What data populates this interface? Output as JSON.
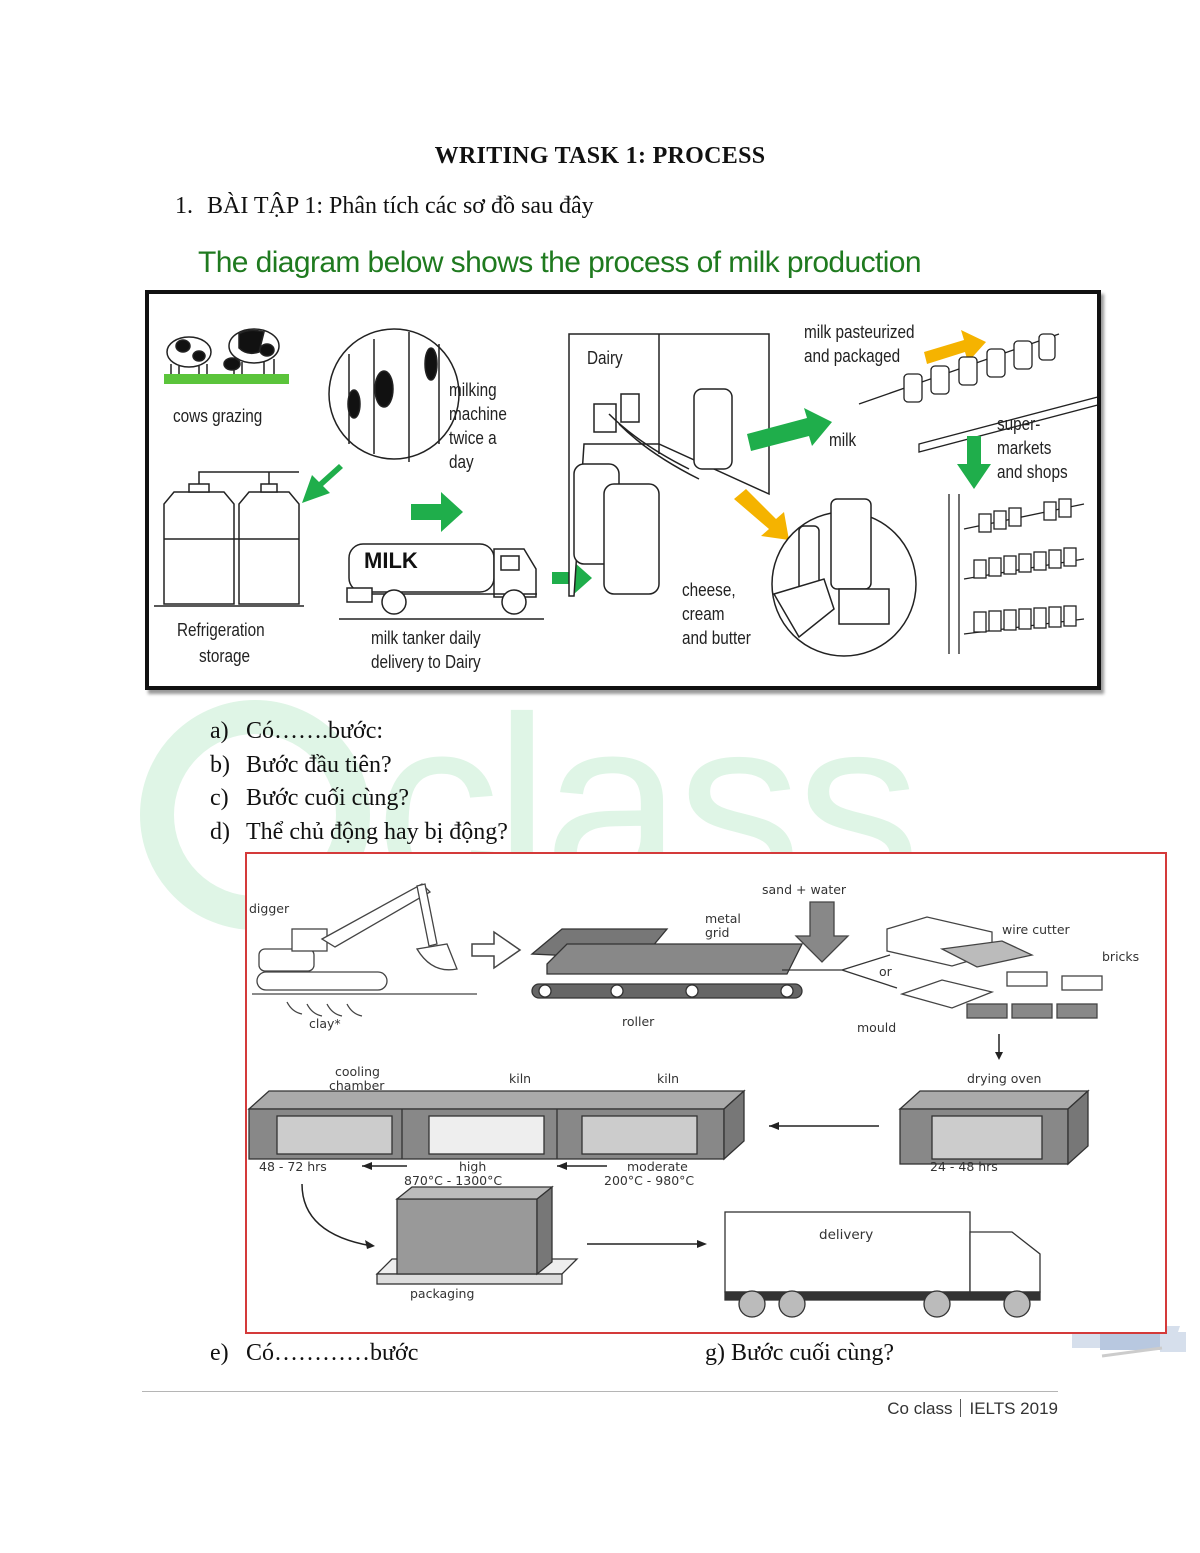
{
  "document": {
    "title": "WRITING TASK 1: PROCESS",
    "exercise_number": "1.",
    "exercise_label": "BÀI TẬP 1: Phân tích các sơ đồ sau đây"
  },
  "milk_diagram": {
    "title": "The diagram below shows the process of milk production",
    "labels": {
      "cows": "cows grazing",
      "milking_1": "milking",
      "milking_2": "machine",
      "milking_3": "twice a",
      "milking_4": "day",
      "storage_1": "Refrigeration",
      "storage_2": "storage",
      "truck_text": "MILK",
      "tanker_1": "milk tanker daily",
      "tanker_2": "delivery to Dairy",
      "dairy": "Dairy",
      "milk": "milk",
      "pasteurized_1": "milk pasteurized",
      "pasteurized_2": "and packaged",
      "super_1": "super-",
      "super_2": "markets",
      "super_3": "and shops",
      "cheese_1": "cheese,",
      "cheese_2": "cream",
      "cheese_3": "and butter"
    },
    "colors": {
      "green_arrow": "#1fae4b",
      "yellow_arrow": "#f5b300",
      "title": "#1f7a1f"
    }
  },
  "questions_1": [
    {
      "letter": "a)",
      "text": "Có…….bước:"
    },
    {
      "letter": "b)",
      "text": "Bước đầu tiên?"
    },
    {
      "letter": "c)",
      "text": "Bước cuối cùng?"
    },
    {
      "letter": "d)",
      "text": "Thể chủ động hay bị động?"
    }
  ],
  "brick_diagram": {
    "labels": {
      "digger": "digger",
      "clay": "clay*",
      "metal_1": "metal",
      "metal_2": "grid",
      "roller": "roller",
      "sand_water": "sand + water",
      "wire_cutter": "wire cutter",
      "or": "or",
      "bricks": "bricks",
      "mould": "mould",
      "drying_oven": "drying oven",
      "drying_time": "24 - 48 hrs",
      "cooling_1": "cooling",
      "cooling_2": "chamber",
      "kiln_high": "kiln",
      "kiln_moderate": "kiln",
      "cooling_time": "48 - 72 hrs",
      "high": "high",
      "high_temp": "870°C - 1300°C",
      "moderate": "moderate",
      "moderate_temp": "200°C - 980°C",
      "packaging": "packaging",
      "delivery": "delivery"
    },
    "colors": {
      "frame": "#d43a3a"
    }
  },
  "questions_2": [
    {
      "letter": "e)",
      "text": "Có…………bước"
    },
    {
      "letter": "g)",
      "text": "Bước cuối cùng?"
    }
  ],
  "watermark": {
    "text": "class"
  },
  "footer": {
    "left": "Co class",
    "right": "IELTS 2019"
  }
}
